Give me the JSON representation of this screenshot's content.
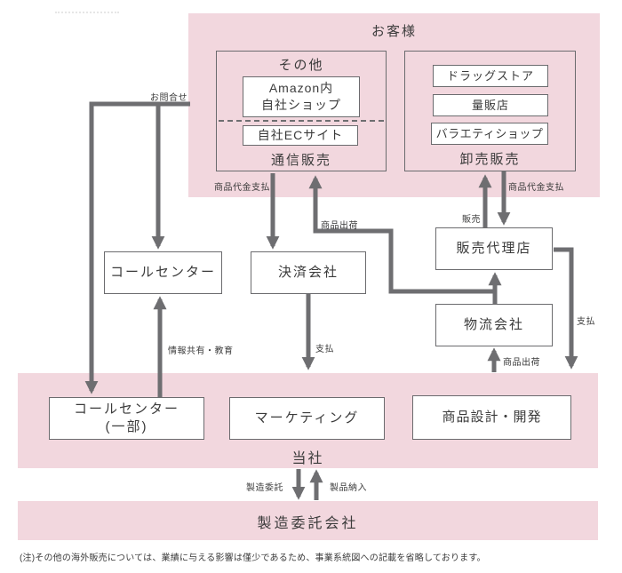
{
  "customers": {
    "title": "お客様",
    "mail_order": {
      "group_label": "その他",
      "amazon_line1": "Amazon内",
      "amazon_line2": "自社ショップ",
      "ec_site": "自社ECサイト",
      "channel_label": "通信販売"
    },
    "wholesale": {
      "stores": [
        "ドラッグストア",
        "量販店",
        "バラエティショップ"
      ],
      "channel_label": "卸売販売"
    }
  },
  "partners": {
    "call_center": "コールセンター",
    "payment_company": "決済会社",
    "sales_agency": "販売代理店",
    "logistics": "物流会社"
  },
  "company": {
    "label": "当社",
    "call_center_line1": "コールセンター",
    "call_center_line2": "(一部)",
    "marketing": "マーケティング",
    "product_design": "商品設計・開発"
  },
  "manufacturer": {
    "label": "製造委託会社"
  },
  "flows": {
    "inquiry": "お問合せ",
    "payment_mail_order": "商品代金支払",
    "shipment_mail_order": "商品出荷",
    "sales": "販売",
    "payment_wholesale": "商品代金支払",
    "pay_agency": "支払",
    "info_share_training": "情報共有・教育",
    "pay_settlement": "支払",
    "shipment_logistics": "商品出荷",
    "manufacture_consign": "製造委託",
    "product_delivery": "製品納入"
  },
  "footnote": "(注)その他の海外販売については、業績に与える影響は僅少であるため、事業系統図への記載を省略しております。",
  "colors": {
    "band_pink": "#f2d7de",
    "arrow_gray": "#6e6e71",
    "box_border": "#6b6b6e",
    "text": "#3b3b3b"
  }
}
